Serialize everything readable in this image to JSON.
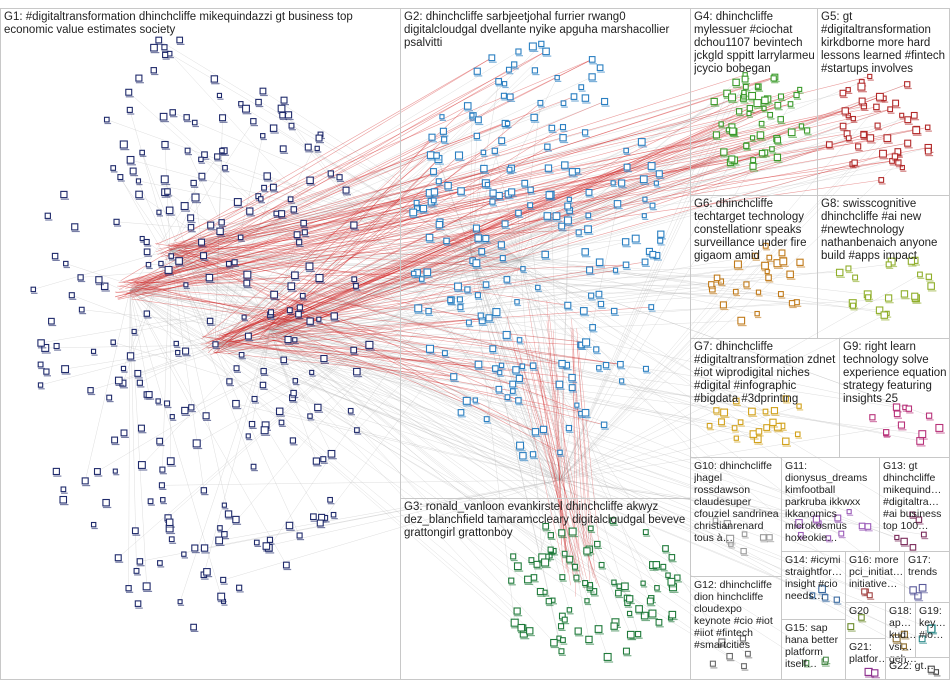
{
  "groups": [
    {
      "id": "G1",
      "label": "G1: #digitaltransformation dhinchcliffe mikequindazzi gt business top economic value estimates society",
      "color": "#1f2a6b"
    },
    {
      "id": "G2",
      "label": "G2: dhinchcliffe sarbjeetjohal furrier rwang0 digitalcloudgal dvellante nyike apguha marshacollier psalvitti",
      "color": "#2a7fc1"
    },
    {
      "id": "G3",
      "label": "G3: ronald_vanloon evankirstel dhinchcliffe akwyz dez_blanchfield tamaramccleary digitalcloudgal beveve grattongirl grattonboy",
      "color": "#1f7a3a"
    },
    {
      "id": "G4",
      "label": "G4: dhinchcliffe mylessuer #ciochat dchou1107 bevintech jckgld sppitt larrylarmeu jcycio bobegan",
      "color": "#3a9a2a"
    },
    {
      "id": "G5",
      "label": "G5: gt #digitaltransformation kirkdborne more hard lessons learned #fintech #startups involves",
      "color": "#b22a2a"
    },
    {
      "id": "G6",
      "label": "G6: dhinchcliffe techtarget technology constellationr speaks surveillance under fire gigaom amid",
      "color": "#c07a1a"
    },
    {
      "id": "G7",
      "label": "G7: dhinchcliffe #digitaltransformation zdnet #iot wiprodigital niches #digital #infographic #bigdata #3dprinting",
      "color": "#d2a21c"
    },
    {
      "id": "G8",
      "label": "G8: swisscognitive dhinchcliffe #ai new #newtechnology nathanbenaich anyone build #apps impact",
      "color": "#8fae2a"
    },
    {
      "id": "G9",
      "label": "G9: right learn technology solve experience equation strategy featuring insights 25",
      "color": "#b8327a"
    },
    {
      "id": "G10",
      "label": "G10: dhinchcliffe jhagel rossdawson claudesuper cfouziel sandrinea christianrenard tous à…",
      "color": "#9a9a9a"
    },
    {
      "id": "G11",
      "label": "G11: dionysus_dreams kimfootball parkruba ikkwxx ikkanomics microkosmus hoxeokie…",
      "color": "#9a5ab8"
    },
    {
      "id": "G12",
      "label": "G12: dhinchcliffe dion hinchcliffe cloudexpo keynote #cio #iot #iiot #fintech #smartcities",
      "color": "#6a6a6a"
    },
    {
      "id": "G13",
      "label": "G13: gt dhinchcliffe mikequind… #digitaltra… #ai business top 100…",
      "color": "#7a2a5a"
    },
    {
      "id": "G14",
      "label": "G14: #icymi straightfor… insight #cio needs…",
      "color": "#3a6aa0"
    },
    {
      "id": "G15",
      "label": "G15: sap hana better platform itself…",
      "color": "#4a8a4a"
    },
    {
      "id": "G16",
      "label": "G16: more pci_initiat… initiative…",
      "color": "#a04040"
    },
    {
      "id": "G17",
      "label": "G17: trends",
      "color": "#5a5a9a"
    },
    {
      "id": "G18",
      "label": "G18: ap… kud… vsi… geh…",
      "color": "#8a6a2a"
    },
    {
      "id": "G19",
      "label": "G19: key… #io…",
      "color": "#2a8a8a"
    },
    {
      "id": "G20",
      "label": "G20",
      "color": "#6a8a2a"
    },
    {
      "id": "G21",
      "label": "G21: platfor…",
      "color": "#8a2a8a"
    },
    {
      "id": "G22",
      "label": "G22: gt…",
      "color": "#4a4a4a"
    }
  ],
  "colors": {
    "edge_gray": "#b4b4b4",
    "edge_red": "#d02020",
    "panel_border": "#c8c8c8",
    "label_text": "#222222"
  }
}
